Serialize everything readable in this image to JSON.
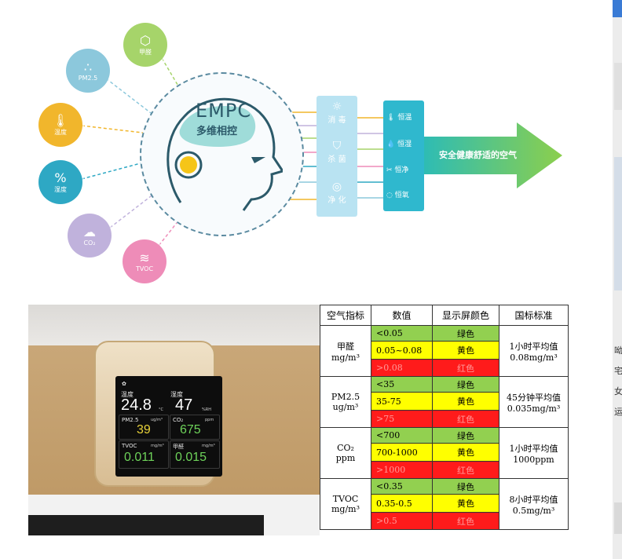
{
  "diagram": {
    "brand": "EMPC",
    "brand_sub": "多维相控",
    "sensors": [
      {
        "label": "甲醛",
        "icon": "formaldehyde-icon",
        "color": "#a6d46a"
      },
      {
        "label": "PM2.5",
        "icon": "pm25-icon",
        "color": "#8cc8dc"
      },
      {
        "label": "温度",
        "icon": "thermometer-icon",
        "color": "#f1b62c"
      },
      {
        "label": "湿度",
        "icon": "humidity-icon",
        "color": "#2ea8c4"
      },
      {
        "label": "CO₂",
        "icon": "co2-icon",
        "color": "#c0b2dc"
      },
      {
        "label": "TVOC",
        "icon": "tvoc-icon",
        "color": "#ee8cb8"
      }
    ],
    "panel1": [
      {
        "label": "消 毒",
        "icon": "sun-icon"
      },
      {
        "label": "杀 菌",
        "icon": "shield-icon"
      },
      {
        "label": "净 化",
        "icon": "swirl-icon"
      }
    ],
    "panel2": [
      {
        "label": "恒温",
        "icon": "thermometer-icon"
      },
      {
        "label": "恒湿",
        "icon": "droplet-icon"
      },
      {
        "label": "恒净",
        "icon": "filter-icon"
      },
      {
        "label": "恒氧",
        "icon": "oxygen-icon"
      }
    ],
    "arrow_text": "安全健康舒适的空气"
  },
  "display": {
    "temp_label": "温度",
    "temp_value": "24.8",
    "temp_unit": "°C",
    "hum_label": "湿度",
    "hum_value": "47",
    "hum_unit": "%RH",
    "pm_label": "PM2.5",
    "pm_unit": "ug/m³",
    "pm_value": "39",
    "co2_label": "CO₂",
    "co2_unit": "ppm",
    "co2_value": "675",
    "tvoc_label": "TVOC",
    "tvoc_unit": "mg/m³",
    "tvoc_value": "0.011",
    "hcho_label": "甲醛",
    "hcho_unit": "mg/m³",
    "hcho_value": "0.015"
  },
  "table": {
    "headers": [
      "空气指标",
      "数值",
      "显示屏颜色",
      "国标标准"
    ],
    "groups": [
      {
        "name": "甲醛",
        "unit": "mg/m³",
        "rows": [
          {
            "value": "<0.05",
            "color": "绿色"
          },
          {
            "value": "0.05~0.08",
            "color": "黄色"
          },
          {
            "value": ">0.08",
            "color": "红色"
          }
        ],
        "standard": "1小时平均值",
        "standard_value": "0.08mg/m³"
      },
      {
        "name": "PM2.5",
        "unit": "ug/m³",
        "rows": [
          {
            "value": "<35",
            "color": "绿色"
          },
          {
            "value": "35-75",
            "color": "黄色"
          },
          {
            "value": ">75",
            "color": "红色"
          }
        ],
        "standard": "45分钟平均值",
        "standard_value": "0.035mg/m³"
      },
      {
        "name": "CO₂",
        "unit": "ppm",
        "rows": [
          {
            "value": "<700",
            "color": "绿色"
          },
          {
            "value": "700-1000",
            "color": "黄色"
          },
          {
            "value": ">1000",
            "color": "红色"
          }
        ],
        "standard": "1小时平均值",
        "standard_value": "1000ppm"
      },
      {
        "name": "TVOC",
        "unit": "mg/m³",
        "rows": [
          {
            "value": "<0.35",
            "color": "绿色"
          },
          {
            "value": "0.35-0.5",
            "color": "黄色"
          },
          {
            "value": ">0.5",
            "color": "红色"
          }
        ],
        "standard": "8小时平均值",
        "standard_value": "0.5mg/m³"
      }
    ]
  },
  "right_strip": [
    "呦",
    "宅、",
    "女",
    "运"
  ]
}
